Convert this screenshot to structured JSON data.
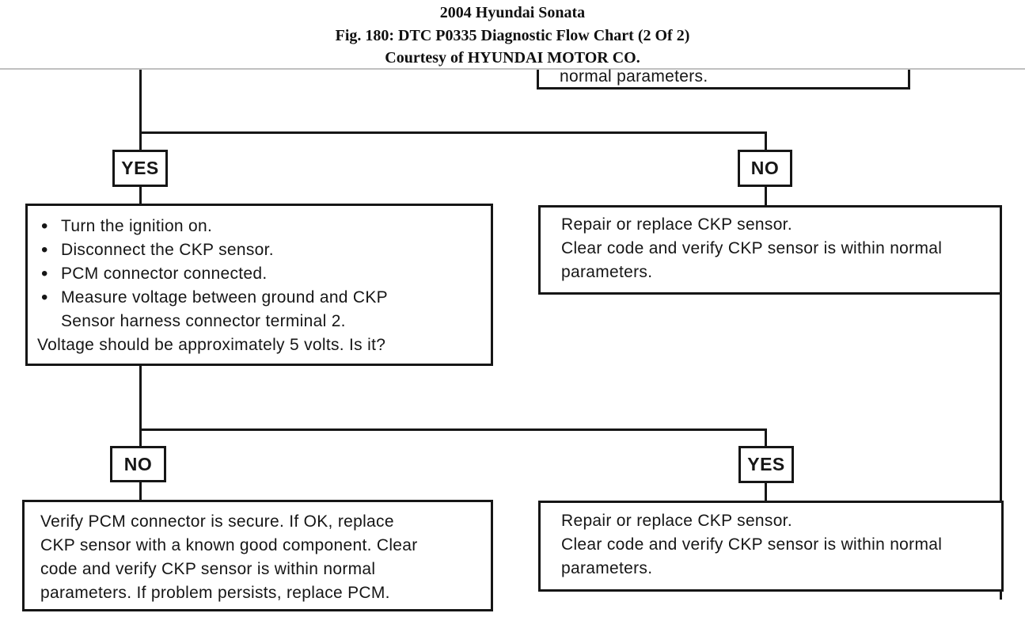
{
  "header": {
    "title": "2004 Hyundai Sonata",
    "figure_caption": "Fig. 180: DTC P0335 Diagnostic Flow Chart (2 Of 2)",
    "courtesy": "Courtesy of HYUNDAI MOTOR CO."
  },
  "flowchart": {
    "bullet_char": "•",
    "top_partial_box": {
      "text": "normal parameters."
    },
    "branch_1": {
      "left_label": "YES",
      "right_label": "NO"
    },
    "test_box": {
      "bullets": [
        "Turn the ignition on.",
        "Disconnect the CKP sensor.",
        "PCM connector connected.",
        "Measure voltage between ground and CKP\nSensor harness connector terminal 2."
      ],
      "question": "Voltage should be approximately 5 volts. Is it?"
    },
    "repair_box_top": {
      "text": "Repair or replace CKP sensor.\nClear code and verify CKP sensor is within normal\nparameters."
    },
    "branch_2": {
      "left_label": "NO",
      "right_label": "YES"
    },
    "verify_pcm_box": {
      "text": "Verify PCM connector is secure. If OK, replace\nCKP sensor with a known good component. Clear\ncode and verify CKP sensor is within normal\nparameters.  If problem persists, replace PCM."
    },
    "repair_box_bottom": {
      "text": "Repair or replace CKP sensor.\nClear code and verify CKP sensor is within normal\nparameters."
    }
  },
  "colors": {
    "ink": "#161616",
    "divider": "#c0c0c0",
    "background": "#ffffff"
  }
}
